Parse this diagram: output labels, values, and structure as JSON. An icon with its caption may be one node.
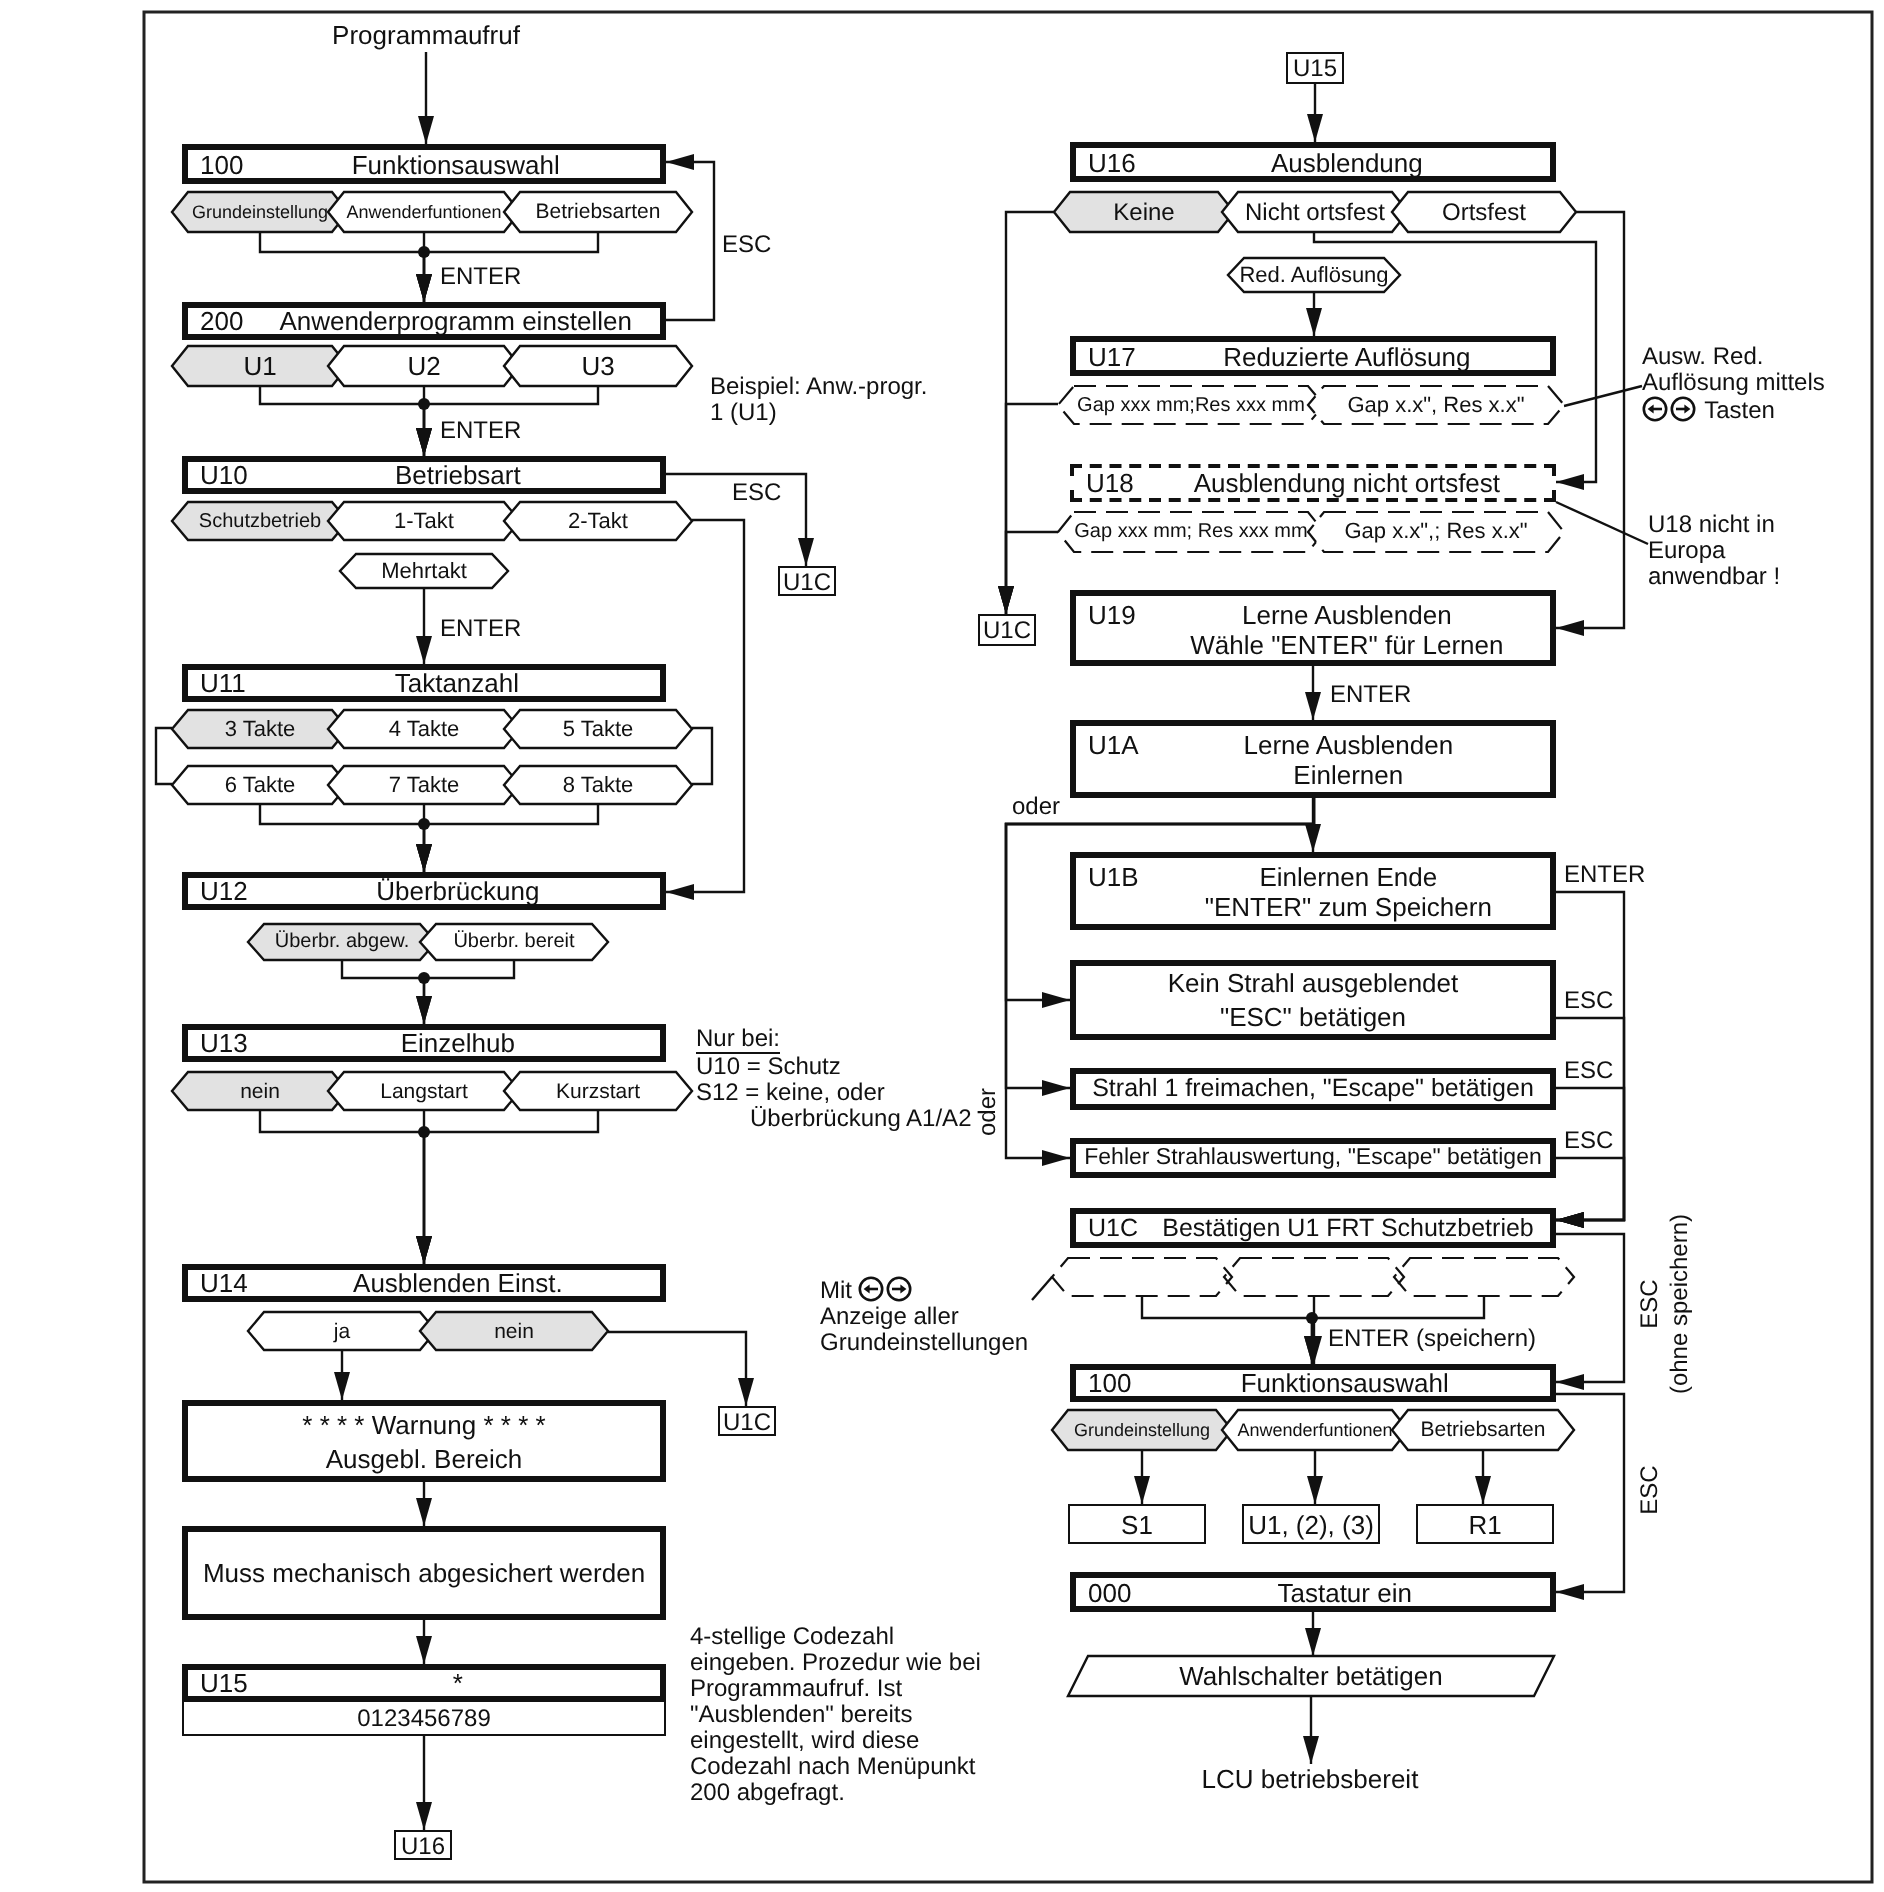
{
  "diagram": {
    "nodes": [
      {
        "text": [
          "Programmaufruf"
        ]
      },
      {
        "text": [
          "100",
          "Funktionsauswahl"
        ]
      },
      {
        "text": [
          "Grundeinstellung"
        ]
      },
      {
        "text": [
          "Anwenderfuntionen"
        ]
      },
      {
        "text": [
          "Betriebsarten"
        ]
      },
      {
        "text": [
          "200",
          "Anwenderprogramm einstellen"
        ]
      },
      {
        "text": [
          "U1"
        ]
      },
      {
        "text": [
          "U2"
        ]
      },
      {
        "text": [
          "U3"
        ]
      },
      {
        "text": [
          "U10",
          "Betriebsart"
        ]
      },
      {
        "text": [
          "U1C"
        ]
      },
      {
        "text": [
          "Schutzbetrieb"
        ]
      },
      {
        "text": [
          "1-Takt"
        ]
      },
      {
        "text": [
          "2-Takt"
        ]
      },
      {
        "text": [
          "Mehrtakt"
        ]
      },
      {
        "text": [
          "U11",
          "Taktanzahl"
        ]
      },
      {
        "text": [
          "3 Takte"
        ]
      },
      {
        "text": [
          "4 Takte"
        ]
      },
      {
        "text": [
          "5 Takte"
        ]
      },
      {
        "text": [
          "6 Takte"
        ]
      },
      {
        "text": [
          "7 Takte"
        ]
      },
      {
        "text": [
          "8 Takte"
        ]
      },
      {
        "text": [
          "U12",
          "Überbrückung"
        ]
      },
      {
        "text": [
          "Überbr. abgew."
        ]
      },
      {
        "text": [
          "Überbr. bereit"
        ]
      },
      {
        "text": [
          "U13",
          "Einzelhub"
        ]
      },
      {
        "text": [
          "nein"
        ]
      },
      {
        "text": [
          "Langstart"
        ]
      },
      {
        "text": [
          "Kurzstart"
        ]
      },
      {
        "text": [
          "U14",
          "Ausblenden Einst."
        ]
      },
      {
        "text": [
          "ja"
        ]
      },
      {
        "text": [
          "nein"
        ]
      },
      {
        "text": [
          "U1C"
        ]
      },
      {
        "text": [
          "* * * * Warnung * * * *",
          "Ausgebl. Bereich"
        ]
      },
      {
        "text": [
          "Muss mechanisch abgesichert werden"
        ]
      },
      {
        "text": [
          "U15",
          "*"
        ]
      },
      {
        "text": [
          "0123456789"
        ]
      },
      {
        "text": [
          "U16"
        ]
      },
      {
        "text": [
          "U15"
        ]
      },
      {
        "text": [
          "U16",
          "Ausblendung"
        ]
      },
      {
        "text": [
          "Keine"
        ]
      },
      {
        "text": [
          "Nicht ortsfest"
        ]
      },
      {
        "text": [
          "Ortsfest"
        ]
      },
      {
        "text": [
          "Red. Auflösung"
        ]
      },
      {
        "text": [
          "U17",
          "Reduzierte Auflösung"
        ]
      },
      {
        "text": [
          "Gap xxx mm;Res xxx mm"
        ]
      },
      {
        "text": [
          "Gap x.x\", Res x.x\""
        ]
      },
      {
        "text": [
          "Ausw. Red. Auflösung mittels",
          "Tasten"
        ]
      },
      {
        "text": [
          "U18",
          "Ausblendung nicht ortsfest"
        ]
      },
      {
        "text": [
          "Gap xxx mm; Res xxx mm"
        ]
      },
      {
        "text": [
          "Gap x.x\",; Res x.x\""
        ]
      },
      {
        "text": [
          "U18 nicht in Europa anwendbar !"
        ]
      },
      {
        "text": [
          "U1C"
        ]
      },
      {
        "text": [
          "U19",
          "Lerne Ausblenden",
          "Wähle \"ENTER\" für Lernen"
        ]
      },
      {
        "text": [
          "U1A",
          "Lerne Ausblenden",
          "Einlernen"
        ]
      },
      {
        "text": [
          "U1B",
          "Einlernen Ende",
          "\"ENTER\" zum Speichern"
        ]
      },
      {
        "text": [
          "Kein Strahl ausgeblendet",
          "\"ESC\" betätigen"
        ]
      },
      {
        "text": [
          "Strahl 1 freimachen, \"Escape\" betätigen"
        ]
      },
      {
        "text": [
          "Fehler Strahlauswertung, \"Escape\" betätigen"
        ]
      },
      {
        "text": [
          "U1C",
          "Bestätigen U1 FRT Schutzbetrieb"
        ]
      },
      {
        "text": [],
        "shape": "hexagon"
      },
      {
        "text": [],
        "shape": "hexagon"
      },
      {
        "text": [],
        "shape": "hexagon"
      },
      {
        "text": [
          "Mit",
          "Anzeige aller Grundeinstellungen"
        ]
      },
      {
        "text": [
          "100",
          "Funktionsauswahl"
        ]
      },
      {
        "text": [
          "Grundeinstellung"
        ]
      },
      {
        "text": [
          "Anwenderfuntionen"
        ]
      },
      {
        "text": [
          "Betriebsarten"
        ]
      },
      {
        "text": [
          "S1"
        ]
      },
      {
        "text": [
          "U1, (2), (3)"
        ]
      },
      {
        "text": [
          "R1"
        ]
      },
      {
        "text": [
          "000",
          "Tastatur ein"
        ]
      },
      {
        "text": [
          "Wahlschalter betätigen"
        ]
      },
      {
        "text": [
          "LCU betriebsbereit"
        ]
      }
    ],
    "edges": [
      {
        "from": 0,
        "to": 1,
        "arrow": "to"
      },
      {
        "from": 2,
        "to": 5,
        "arrow": "to"
      },
      {
        "from": 3,
        "to": 5,
        "arrow": "to",
        "label": "ENTER"
      },
      {
        "from": 4,
        "to": 5,
        "arrow": "to"
      },
      {
        "from": 5,
        "to": 1,
        "arrow": "to",
        "label": "ESC"
      },
      {
        "from": 6,
        "to": 9,
        "arrow": "to"
      },
      {
        "from": 7,
        "to": 9,
        "arrow": "to",
        "label": "ENTER"
      },
      {
        "from": 8,
        "to": 9,
        "arrow": "to"
      },
      {
        "from": 9,
        "to": 10,
        "arrow": "to",
        "label": "ESC"
      },
      {
        "from": 13,
        "to": 22,
        "arrow": "to"
      },
      {
        "from": 14,
        "to": 15,
        "arrow": "to",
        "label": "ENTER"
      },
      {
        "from": 16,
        "to": 19,
        "arrow": "none"
      },
      {
        "from": 18,
        "to": 21,
        "arrow": "none"
      },
      {
        "from": 19,
        "to": 22,
        "arrow": "to"
      },
      {
        "from": 20,
        "to": 22,
        "arrow": "to"
      },
      {
        "from": 21,
        "to": 22,
        "arrow": "to"
      },
      {
        "from": 23,
        "to": 25,
        "arrow": "to"
      },
      {
        "from": 24,
        "to": 25,
        "arrow": "to"
      },
      {
        "from": 26,
        "to": 29,
        "arrow": "to"
      },
      {
        "from": 27,
        "to": 29,
        "arrow": "to"
      },
      {
        "from": 28,
        "to": 29,
        "arrow": "to"
      },
      {
        "from": 30,
        "to": 33,
        "arrow": "to"
      },
      {
        "from": 31,
        "to": 32,
        "arrow": "to"
      },
      {
        "from": 33,
        "to": 34,
        "arrow": "to"
      },
      {
        "from": 34,
        "to": 35,
        "arrow": "to"
      },
      {
        "from": 36,
        "to": 37,
        "arrow": "to"
      },
      {
        "from": 38,
        "to": 39,
        "arrow": "to"
      },
      {
        "from": 40,
        "to": 52,
        "arrow": "to"
      },
      {
        "from": 41,
        "to": 48,
        "arrow": "to"
      },
      {
        "from": 42,
        "to": 53,
        "arrow": "to"
      },
      {
        "from": 43,
        "to": 44,
        "arrow": "to"
      },
      {
        "from": 45,
        "to": 52,
        "arrow": "to"
      },
      {
        "from": 47,
        "to": 46,
        "arrow": "none"
      },
      {
        "from": 49,
        "to": 52,
        "arrow": "to"
      },
      {
        "from": 51,
        "to": 48,
        "arrow": "none"
      },
      {
        "from": 53,
        "to": 54,
        "arrow": "to",
        "label": "ENTER"
      },
      {
        "from": 54,
        "to": 55,
        "arrow": "to"
      },
      {
        "from": 54,
        "to": 56,
        "arrow": "to",
        "label": "oder"
      },
      {
        "from": 54,
        "to": 57,
        "arrow": "to",
        "label": "oder"
      },
      {
        "from": 54,
        "to": 58,
        "arrow": "to"
      },
      {
        "from": 55,
        "to": 59,
        "arrow": "to",
        "label": "ENTER"
      },
      {
        "from": 56,
        "to": 59,
        "arrow": "to",
        "label": "ESC"
      },
      {
        "from": 57,
        "to": 59,
        "arrow": "to",
        "label": "ESC"
      },
      {
        "from": 58,
        "to": 59,
        "arrow": "to",
        "label": "ESC"
      },
      {
        "from": 59,
        "to": 64,
        "arrow": "to",
        "label": "ESC"
      },
      {
        "from": 63,
        "to": 60,
        "arrow": "none"
      },
      {
        "from": 60,
        "to": 64,
        "arrow": "to"
      },
      {
        "from": 61,
        "to": 64,
        "arrow": "to",
        "label": "ENTER (speichern)"
      },
      {
        "from": 62,
        "to": 64,
        "arrow": "to"
      },
      {
        "from": 64,
        "to": 71,
        "arrow": "to",
        "label": "ESC"
      },
      {
        "from": 65,
        "to": 68,
        "arrow": "to"
      },
      {
        "from": 66,
        "to": 69,
        "arrow": "to"
      },
      {
        "from": 67,
        "to": 70,
        "arrow": "to"
      },
      {
        "from": 71,
        "to": 72,
        "arrow": "to"
      },
      {
        "from": 72,
        "to": 73,
        "arrow": "to"
      }
    ],
    "labels": [
      "Beispiel: Anw.-progr. 1 (U1)",
      "Nur bei:",
      "U10 = Schutz",
      "S12 = keine, oder Überbrückung A1/A2",
      "4-stellige Codezahl eingeben. Prozedur wie bei Programmaufruf. Ist \"Ausblenden\" bereits eingestellt, wird diese Codezahl nach Menüpunkt 200 abgefragt.",
      "(ohne speichern)"
    ]
  }
}
